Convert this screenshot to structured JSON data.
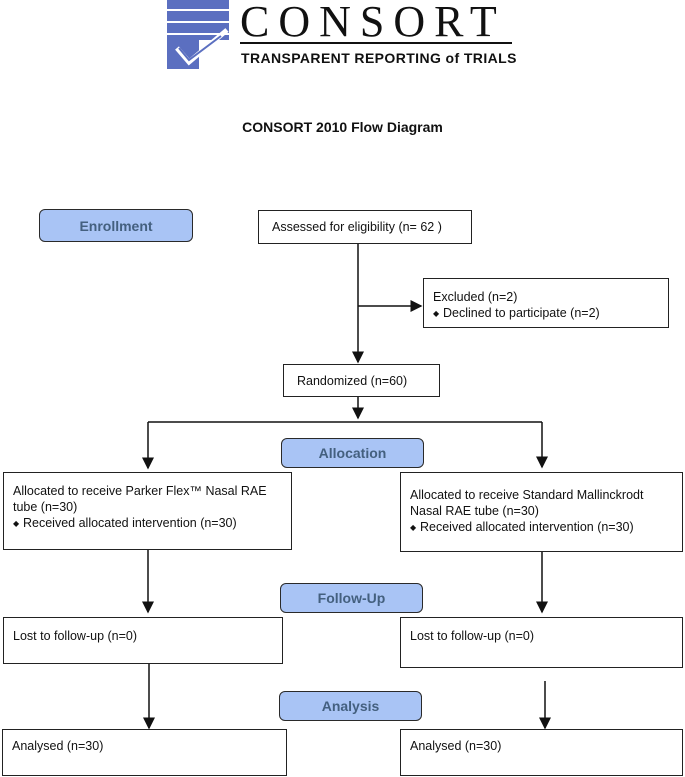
{
  "logo": {
    "word": "CONSORT",
    "subtitle": "TRANSPARENT REPORTING of TRIALS",
    "mark_color": "#5b6fc0"
  },
  "title": "CONSORT 2010 Flow Diagram",
  "phases": {
    "enrollment": "Enrollment",
    "allocation": "Allocation",
    "follow_up": "Follow-Up",
    "analysis": "Analysis"
  },
  "boxes": {
    "assessed": "Assessed for eligibility (n= 62 )",
    "excluded_title": "Excluded  (n=2)",
    "excluded_item": "Declined to participate (n=2)",
    "randomized": "Randomized (n=60)",
    "left_alloc_line1": "Allocated to receive Parker Flex™ Nasal RAE",
    "left_alloc_line2": "tube (n=30)",
    "left_alloc_item": "Received allocated intervention (n=30)",
    "right_alloc_line1": "Allocated to receive Standard Mallinckrodt",
    "right_alloc_line2": "Nasal RAE tube (n=30)",
    "right_alloc_item": "Received allocated intervention (n=30)",
    "left_lost": "Lost to follow-up (n=0)",
    "right_lost": "Lost to follow-up (n=0)",
    "left_analysed": "Analysed  (n=30)",
    "right_analysed": "Analysed  (n=30)"
  },
  "colors": {
    "phase_fill": "#a9c4f5",
    "phase_text": "#44607f"
  }
}
